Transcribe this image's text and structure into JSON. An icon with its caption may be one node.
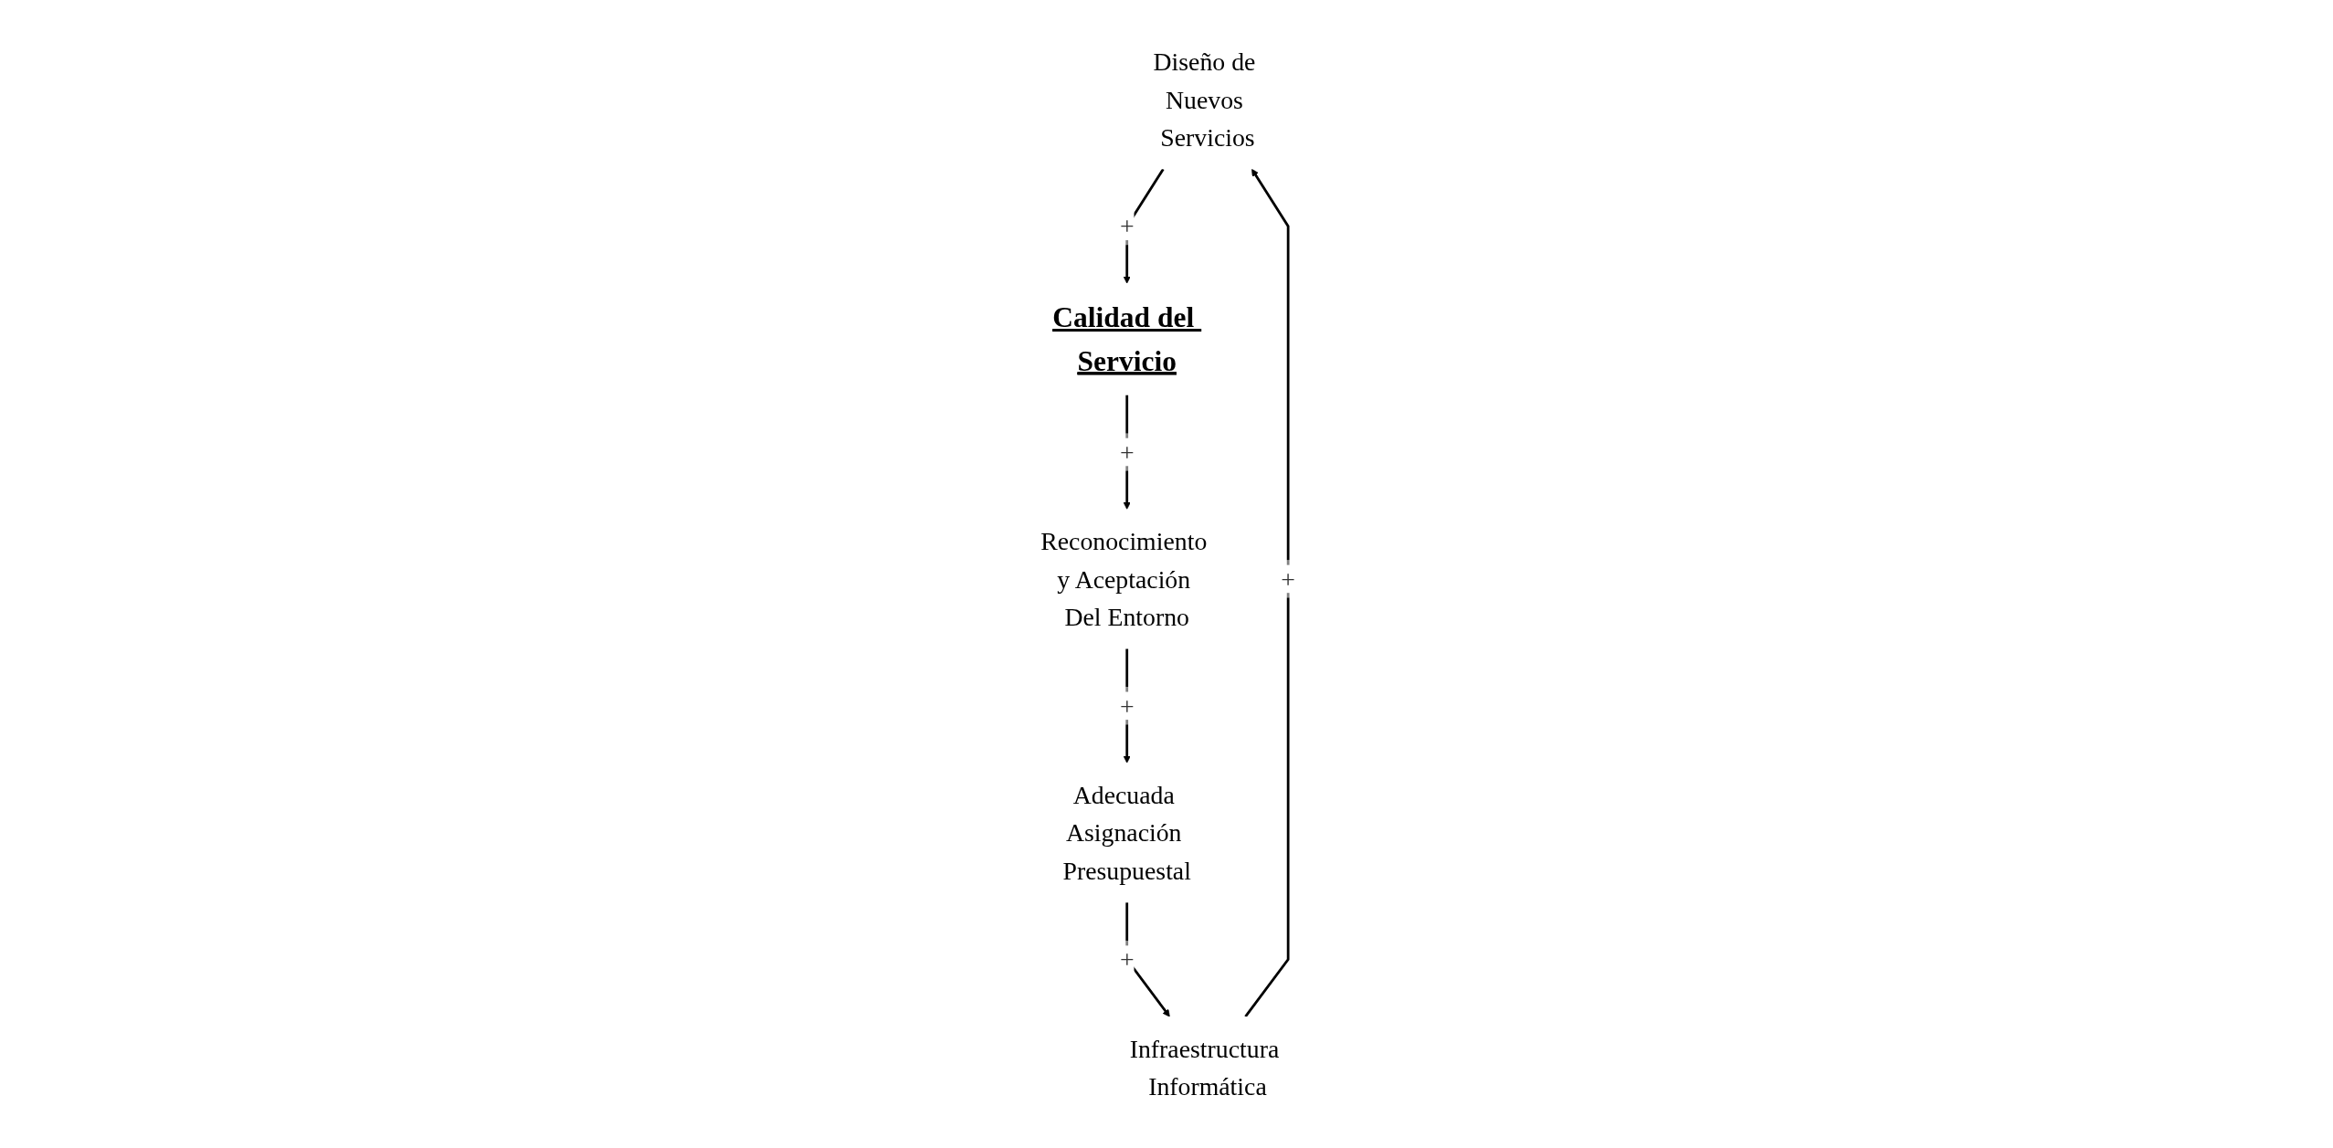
{
  "diagram": {
    "nodes": [
      {
        "text": [
          "Diseño de Nuevos Servicios"
        ]
      },
      {
        "text": [
          "Calidad del Servicio"
        ]
      },
      {
        "text": [
          "Reconocimiento y Aceptación Del Entorno"
        ]
      },
      {
        "text": [
          "Adecuada Asignación Presupuestal"
        ]
      },
      {
        "text": [
          "Infraestructura Informática"
        ]
      }
    ],
    "edges": [
      {
        "from": 0,
        "to": 1,
        "arrow": "to",
        "label": "+"
      },
      {
        "from": 1,
        "to": 2,
        "arrow": "to",
        "label": "+"
      },
      {
        "from": 2,
        "to": 3,
        "arrow": "to",
        "label": "+"
      },
      {
        "from": 3,
        "to": 4,
        "arrow": "to",
        "label": "+"
      },
      {
        "from": 4,
        "to": 0,
        "arrow": "to",
        "label": "+"
      }
    ]
  }
}
